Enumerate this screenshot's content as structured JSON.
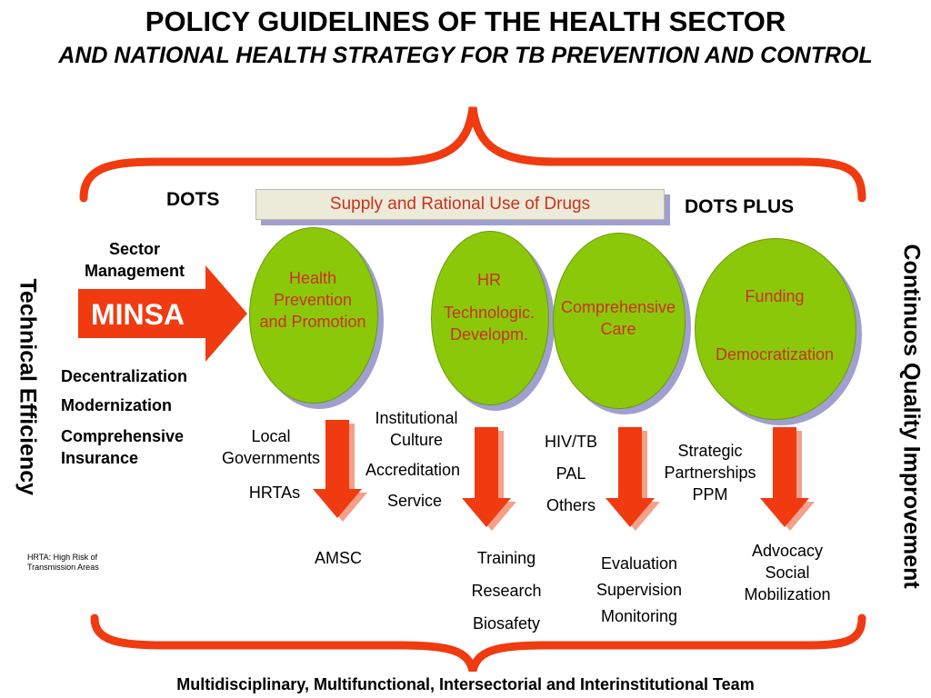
{
  "title": {
    "line1": "POLICY GUIDELINES OF THE HEALTH SECTOR",
    "line2": "AND NATIONAL HEALTH STRATEGY FOR TB PREVENTION AND CONTROL"
  },
  "labels": {
    "dots": "DOTS",
    "dots_plus": "DOTS PLUS",
    "supply": "Supply and Rational Use of Drugs",
    "sector_management": "Sector Management",
    "minsa": "MINSA",
    "technical_efficiency": "Technical Efficiency",
    "quality_improvement": "Continuos Quality Improvement"
  },
  "left_list": [
    "Decentralization",
    "Modernization",
    "Comprehensive Insurance"
  ],
  "ovals": {
    "o1": "Health Prevention and Promotion",
    "o2_a": "HR",
    "o2_b": "Technologic. Developm.",
    "o3": "Comprehensive Care",
    "o4_a": "Funding",
    "o4_b": "Democratization"
  },
  "inputs": {
    "c1_a": "Local Governments",
    "c1_b": "HRTAs",
    "c2_a": "Institutional Culture",
    "c2_b": "Accreditation",
    "c2_c": "Service",
    "c3_a": "HIV/TB",
    "c3_b": "PAL",
    "c3_c": "Others",
    "c4_a": "Strategic Partnerships PPM"
  },
  "outputs": {
    "c1": "AMSC",
    "c2_a": "Training",
    "c2_b": "Research",
    "c2_c": "Biosafety",
    "c3_a": "Evaluation",
    "c3_b": "Supervision",
    "c3_c": "Monitoring",
    "c4": "Advocacy Social Mobilization"
  },
  "note": "HRTA: High Risk of Transmission Areas",
  "bottom": "Multidisciplinary, Multifunctional, Intersectorial and Interinstitutional Team",
  "colors": {
    "accent_red": "#f03a10",
    "oval_green": "#8cc80a",
    "oval_text": "#c8321e",
    "shadow": "#9f9fd0"
  }
}
